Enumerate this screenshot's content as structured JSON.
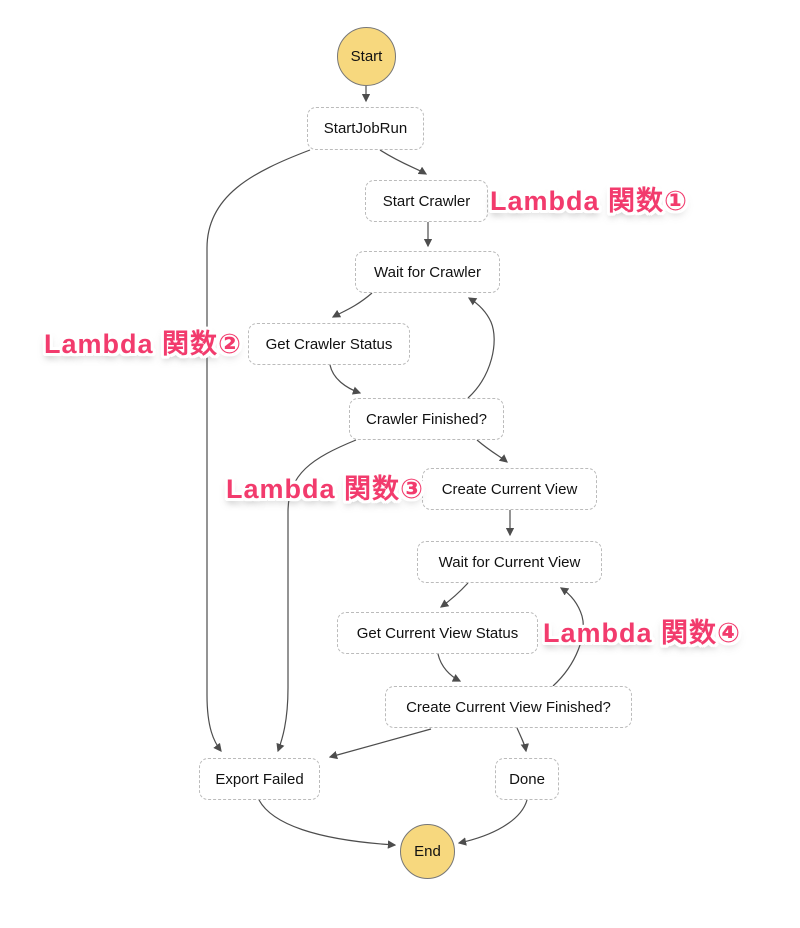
{
  "nodes": {
    "start": {
      "label": "Start",
      "type": "terminal"
    },
    "start_job_run": {
      "label": "StartJobRun",
      "type": "state"
    },
    "start_crawler": {
      "label": "Start Crawler",
      "type": "state"
    },
    "wait_for_crawler": {
      "label": "Wait for Crawler",
      "type": "state"
    },
    "get_crawler_status": {
      "label": "Get Crawler Status",
      "type": "state"
    },
    "crawler_finished": {
      "label": "Crawler Finished?",
      "type": "state"
    },
    "create_current_view": {
      "label": "Create Current View",
      "type": "state"
    },
    "wait_for_current_view": {
      "label": "Wait for Current View",
      "type": "state"
    },
    "get_current_view_status": {
      "label": "Get Current View Status",
      "type": "state"
    },
    "create_current_view_finished": {
      "label": "Create Current View Finished?",
      "type": "state"
    },
    "export_failed": {
      "label": "Export Failed",
      "type": "state"
    },
    "done": {
      "label": "Done",
      "type": "state"
    },
    "end": {
      "label": "End",
      "type": "terminal"
    }
  },
  "annotations": {
    "lambda1": {
      "label": "Lambda 関数①",
      "attached_to": "start_crawler"
    },
    "lambda2": {
      "label": "Lambda 関数②",
      "attached_to": "get_crawler_status"
    },
    "lambda3": {
      "label": "Lambda 関数③",
      "attached_to": "create_current_view"
    },
    "lambda4": {
      "label": "Lambda 関数④",
      "attached_to": "get_current_view_status"
    }
  },
  "edges": [
    {
      "from": "start",
      "to": "start_job_run"
    },
    {
      "from": "start_job_run",
      "to": "start_crawler"
    },
    {
      "from": "start_job_run",
      "to": "export_failed"
    },
    {
      "from": "start_crawler",
      "to": "wait_for_crawler"
    },
    {
      "from": "wait_for_crawler",
      "to": "get_crawler_status"
    },
    {
      "from": "get_crawler_status",
      "to": "crawler_finished"
    },
    {
      "from": "crawler_finished",
      "to": "wait_for_crawler"
    },
    {
      "from": "crawler_finished",
      "to": "create_current_view"
    },
    {
      "from": "crawler_finished",
      "to": "export_failed"
    },
    {
      "from": "create_current_view",
      "to": "wait_for_current_view"
    },
    {
      "from": "wait_for_current_view",
      "to": "get_current_view_status"
    },
    {
      "from": "get_current_view_status",
      "to": "create_current_view_finished"
    },
    {
      "from": "create_current_view_finished",
      "to": "wait_for_current_view"
    },
    {
      "from": "create_current_view_finished",
      "to": "done"
    },
    {
      "from": "create_current_view_finished",
      "to": "export_failed"
    },
    {
      "from": "export_failed",
      "to": "end"
    },
    {
      "from": "done",
      "to": "end"
    }
  ],
  "colors": {
    "background": "#FFFFFF",
    "terminal_fill": "#F7D87E",
    "terminal_border": "#777777",
    "state_border": "#BBBBBB",
    "state_text": "#111111",
    "edge": "#4D4D4D",
    "annotation": "#F23B6D"
  }
}
